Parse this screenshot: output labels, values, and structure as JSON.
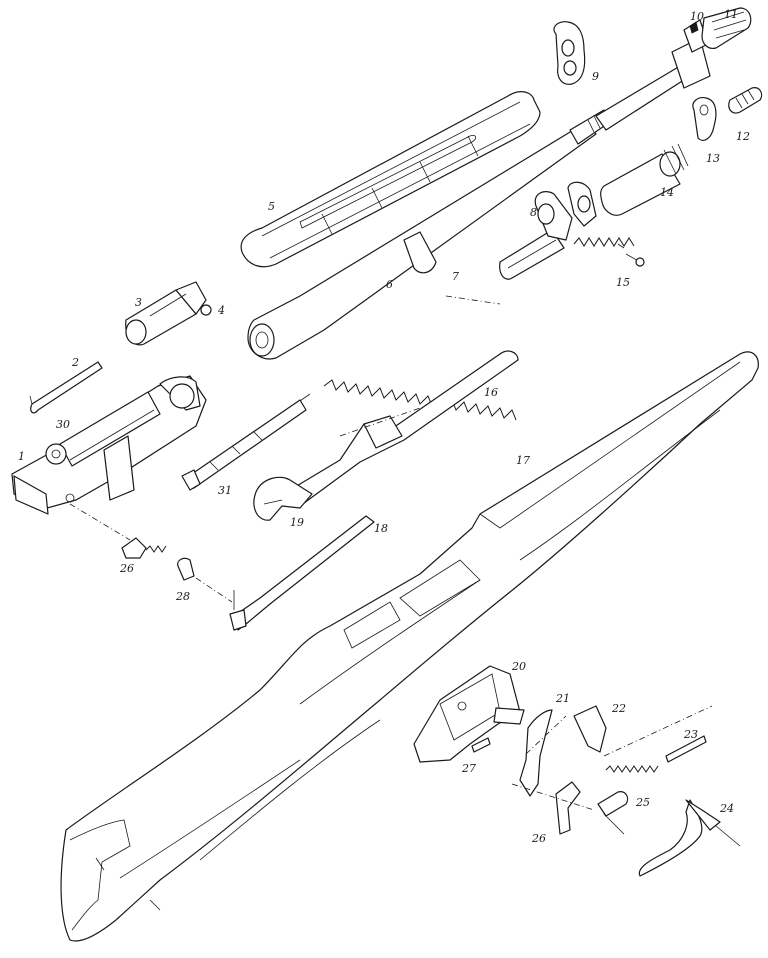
{
  "callouts": [
    {
      "id": "p1",
      "label": "1"
    },
    {
      "id": "p2",
      "label": "2"
    },
    {
      "id": "p3",
      "label": "3"
    },
    {
      "id": "p4",
      "label": "4"
    },
    {
      "id": "p5",
      "label": "5"
    },
    {
      "id": "p6",
      "label": "6"
    },
    {
      "id": "p7",
      "label": "7"
    },
    {
      "id": "p8",
      "label": "8"
    },
    {
      "id": "p9",
      "label": "9"
    },
    {
      "id": "p10",
      "label": "10"
    },
    {
      "id": "p11",
      "label": "11"
    },
    {
      "id": "p12",
      "label": "12"
    },
    {
      "id": "p13",
      "label": "13"
    },
    {
      "id": "p14",
      "label": "14"
    },
    {
      "id": "p15",
      "label": "15"
    },
    {
      "id": "p16",
      "label": "16"
    },
    {
      "id": "p17",
      "label": "17"
    },
    {
      "id": "p18",
      "label": "18"
    },
    {
      "id": "p19",
      "label": "19"
    },
    {
      "id": "p20",
      "label": "20"
    },
    {
      "id": "p21",
      "label": "21"
    },
    {
      "id": "p22",
      "label": "22"
    },
    {
      "id": "p23",
      "label": "23"
    },
    {
      "id": "p24",
      "label": "24"
    },
    {
      "id": "p25",
      "label": "25"
    },
    {
      "id": "p26a",
      "label": "26"
    },
    {
      "id": "p26b",
      "label": "26"
    },
    {
      "id": "p27",
      "label": "27"
    },
    {
      "id": "p28",
      "label": "28"
    },
    {
      "id": "p30",
      "label": "30"
    },
    {
      "id": "p31",
      "label": "31"
    }
  ]
}
